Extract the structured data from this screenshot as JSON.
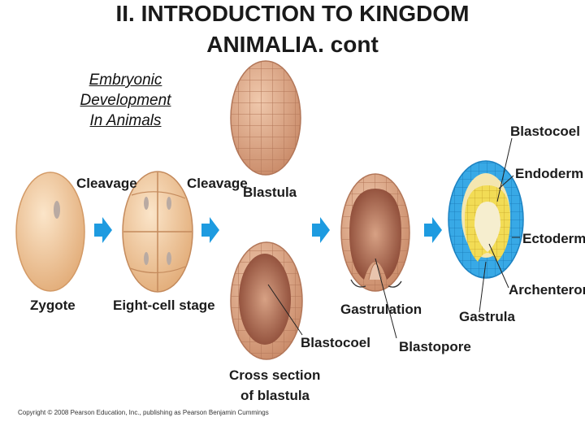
{
  "title": {
    "line1": "II.  INTRODUCTION TO KINGDOM",
    "line2": "ANIMALIA. cont"
  },
  "side_caption": {
    "line1": "Embryonic",
    "line2": "Development",
    "line3": "In Animals"
  },
  "labels": {
    "cleavage_1": "Cleavage",
    "cleavage_2": "Cleavage",
    "blastula": "Blastula",
    "zygote": "Zygote",
    "eight_cell": "Eight-cell stage",
    "gastrulation": "Gastrulation",
    "blastocoel_1": "Blastocoel",
    "blastopore": "Blastopore",
    "cross_section_1": "Cross section",
    "cross_section_2": "of blastula",
    "blastocoel_2": "Blastocoel",
    "endoderm": "Endoderm",
    "ectoderm": "Ectoderm",
    "archenteron": "Archenteron",
    "gastrula": "Gastrula"
  },
  "copyright": "Copyright © 2008 Pearson Education, Inc., publishing as Pearson Benjamin Cummings",
  "colors": {
    "arrow": "#1e9be0",
    "zygote": "#f1c9a0",
    "cell": "#d9a585",
    "cell_dark": "#a8624a",
    "ectoderm": "#38a9e6",
    "endoderm": "#f2dc55"
  }
}
